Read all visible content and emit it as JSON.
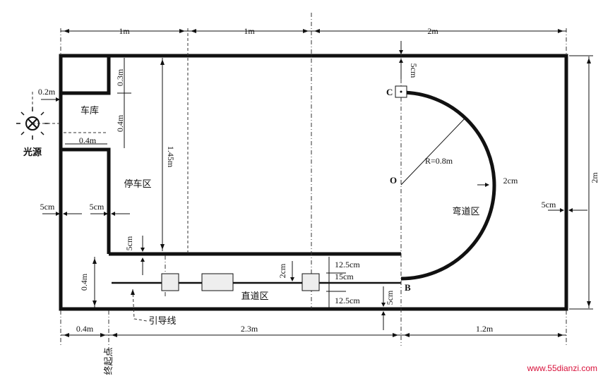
{
  "dimensions": {
    "top_1": "1m",
    "top_2": "1m",
    "top_3": "2m",
    "right_height": "2m",
    "light_offset": "0.2m",
    "garage_top": "0.3m",
    "garage_h": "0.4m",
    "garage_w": "0.4m",
    "parking_h": "1.45m",
    "left_5cm": "5cm",
    "inner_5cm": "5cm",
    "park_gap_5cm": "5cm",
    "lane_h": "0.4m",
    "lane_2cm": "2cm",
    "lane_12_5_top": "12.5cm",
    "lane_15cm": "15cm",
    "lane_12_5_bot": "12.5cm",
    "bottom_5cm": "5cm",
    "right_5cm": "5cm",
    "top_5cm": "5cm",
    "curve_2cm": "2cm",
    "radius": "R=0.8m",
    "bottom_1": "0.4m",
    "bottom_2": "2.3m",
    "bottom_3": "1.2m"
  },
  "labels": {
    "garage": "车库",
    "light_source": "光源",
    "parking_area": "停车区",
    "straight_area": "直道区",
    "curve_area": "弯道区",
    "guide_line": "引导线",
    "start_line": "终起点",
    "point_c": "C",
    "point_o": "O",
    "point_b": "B"
  },
  "watermark": "www.55dianzi.com",
  "colors": {
    "line": "#111111",
    "watermark": "#d8103a"
  }
}
